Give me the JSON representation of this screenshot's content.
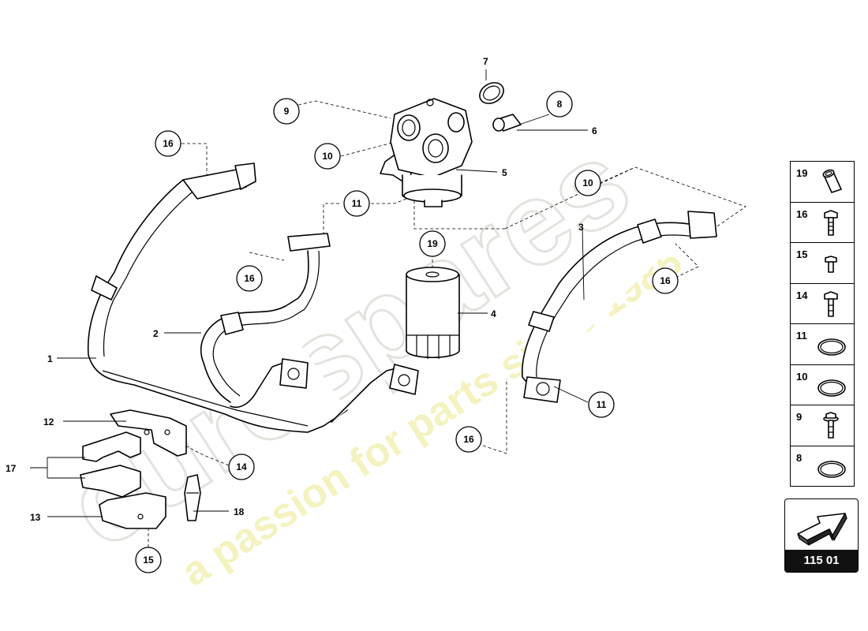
{
  "watermark": {
    "brand": "eurospares",
    "tagline": "a passion for parts since 1985"
  },
  "callouts": {
    "c1": "1",
    "c2": "2",
    "c3": "3",
    "c4": "4",
    "c5": "5",
    "c6": "6",
    "c7": "7",
    "c8": "8",
    "c9": "9",
    "c10a": "10",
    "c10b": "10",
    "c11a": "11",
    "c11b": "11",
    "c12": "12",
    "c13": "13",
    "c14": "14",
    "c15": "15",
    "c16a": "16",
    "c16b": "16",
    "c16c": "16",
    "c16d": "16",
    "c17": "17",
    "c18": "18",
    "c19": "19"
  },
  "sidebar": {
    "items": [
      {
        "number": "19",
        "icon": "sleeve-icon"
      },
      {
        "number": "16",
        "icon": "bolt-icon"
      },
      {
        "number": "15",
        "icon": "short-bolt-icon"
      },
      {
        "number": "14",
        "icon": "bolt-icon"
      },
      {
        "number": "11",
        "icon": "gasket-icon"
      },
      {
        "number": "10",
        "icon": "gasket-icon"
      },
      {
        "number": "9",
        "icon": "flange-bolt-icon"
      },
      {
        "number": "8",
        "icon": "gasket-icon"
      }
    ]
  },
  "badge": {
    "code": "115 01",
    "icon": "arrow-icon"
  },
  "colors": {
    "watermark": "#ecebe7",
    "watermark_tagline": "#f3f1b4",
    "badge_band": "#111111"
  }
}
